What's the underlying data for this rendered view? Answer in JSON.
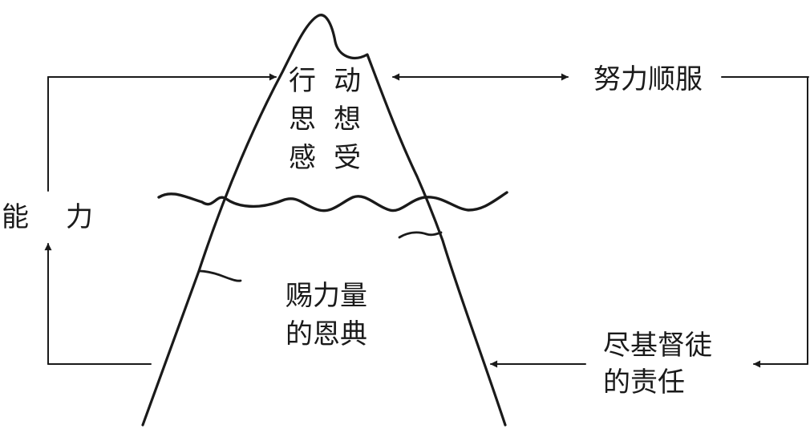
{
  "labels": {
    "ability": [
      "能",
      "力"
    ],
    "actions": [
      "行",
      "动"
    ],
    "thoughts": [
      "思",
      "想"
    ],
    "feelings": [
      "感",
      "受"
    ],
    "grace_line1": "赐力量",
    "grace_line2": "的恩典",
    "obedience": "努力顺服",
    "duty_line1": "尽基督徒",
    "duty_line2": "的责任"
  }
}
